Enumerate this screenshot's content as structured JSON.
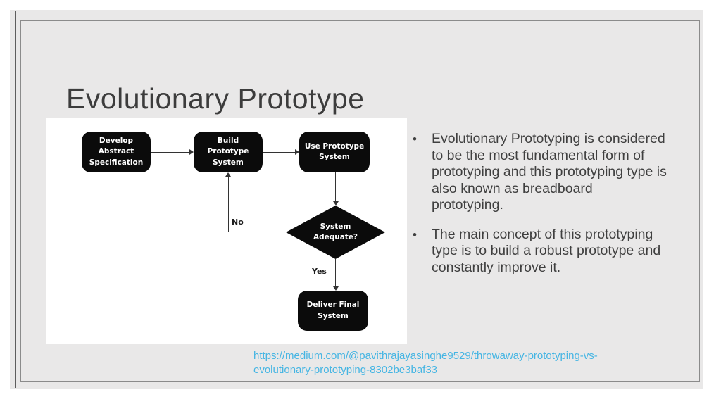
{
  "slide": {
    "title": "Evolutionary Prototype",
    "bullets": [
      {
        "marker": "•",
        "lines": [
          "Evolutionary Prototyping is considered",
          "to be the most fundamental form of",
          "prototyping and this prototyping type is",
          "also known as breadboard",
          "prototyping."
        ]
      },
      {
        "marker": "•",
        "lines": [
          "The main concept of this prototyping",
          "type is to build a robust prototype and",
          "constantly improve it."
        ]
      }
    ],
    "flowchart": {
      "nodes": {
        "develop": {
          "lines": [
            "Develop",
            "Abstract",
            "Specification"
          ]
        },
        "build": {
          "lines": [
            "Build",
            "Prototype",
            "System"
          ]
        },
        "use": {
          "lines": [
            "Use Prototype",
            "System"
          ]
        },
        "adequate": {
          "lines": [
            "System",
            "Adequate?"
          ]
        },
        "deliver": {
          "lines": [
            "Deliver Final",
            "System"
          ]
        }
      },
      "edge_labels": {
        "no": "No",
        "yes": "Yes"
      }
    },
    "link": {
      "lines": [
        "https://medium.com/@pavithrajayasinghe9529/throwaway-prototyping-vs-",
        "evolutionary-prototyping-8302be3baf33"
      ],
      "url": "https://medium.com/@pavithrajayasinghe9529/throwaway-prototyping-vs-evolutionary-prototyping-8302be3baf33"
    },
    "colors": {
      "slide_background": "#e9e8e8",
      "frame_border": "#8b8b8b",
      "accent_line": "#5d5d5d",
      "node_fill": "#0b0b0b",
      "node_text": "#ffffff",
      "body_text": "#3f3f3f",
      "link_blue": "#45b5e3"
    }
  }
}
